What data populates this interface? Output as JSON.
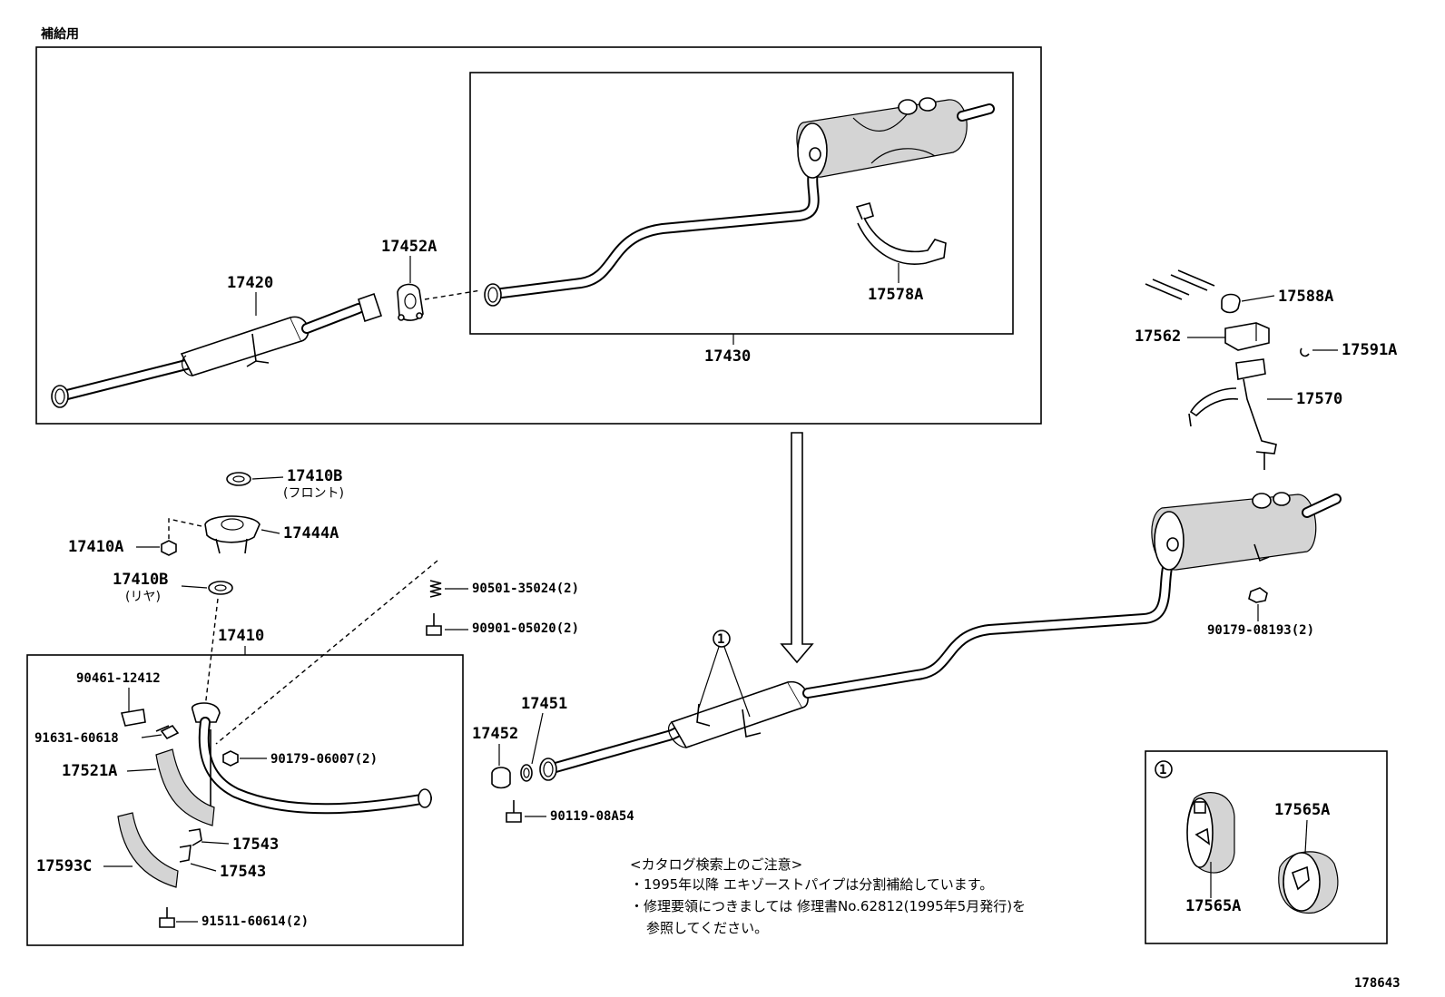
{
  "section_label": "補給用",
  "diagram_id": "178643",
  "callout_ref": "1",
  "part_labels": {
    "p17420": "17420",
    "p17452A": "17452A",
    "p17430": "17430",
    "p17578A": "17578A",
    "p17588A": "17588A",
    "p17562": "17562",
    "p17591A": "17591A",
    "p17570": "17570",
    "p17410B_front": "17410B",
    "front_note": "(フロント)",
    "p17444A": "17444A",
    "p17410A": "17410A",
    "p17410B_rear": "17410B",
    "rear_note": "(リヤ)",
    "p17410": "17410",
    "p90501": "90501-35024(2)",
    "p90901": "90901-05020(2)",
    "p90461": "90461-12412",
    "p91631": "91631-60618",
    "p90179_06007": "90179-06007(2)",
    "p17521A": "17521A",
    "p17543_a": "17543",
    "p17543_b": "17543",
    "p17593C": "17593C",
    "p91511": "91511-60614(2)",
    "p17451": "17451",
    "p17452": "17452",
    "p90119": "90119-08A54",
    "p90179_08193": "90179-08193(2)",
    "p17565A_a": "17565A",
    "p17565A_b": "17565A"
  },
  "notes": {
    "title": "<カタログ検索上のご注意>",
    "line1": "・1995年以降 エキゾーストパイプは分割補給しています。",
    "line2": "・修理要領につきましては 修理書No.62812(1995年5月発行)を",
    "line3": "参照してください。"
  }
}
